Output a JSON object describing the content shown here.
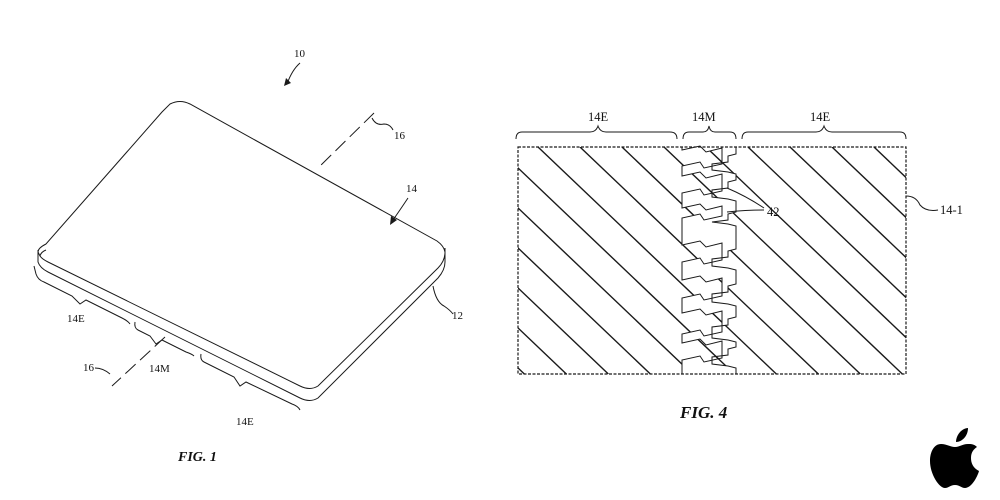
{
  "fig1": {
    "caption": "FIG. 1",
    "labels": {
      "device": "10",
      "axis_top": "16",
      "axis_bottom": "16",
      "surface": "14",
      "housing": "12",
      "edge_left": "14E",
      "middle": "14M",
      "edge_right": "14E"
    }
  },
  "fig4": {
    "caption": "FIG. 4",
    "labels": {
      "edge_left": "14E",
      "middle": "14M",
      "edge_right": "14E",
      "teeth": "42",
      "layer": "14-1"
    }
  },
  "logo": {
    "icon": "apple-logo-icon",
    "color": "#000000"
  }
}
